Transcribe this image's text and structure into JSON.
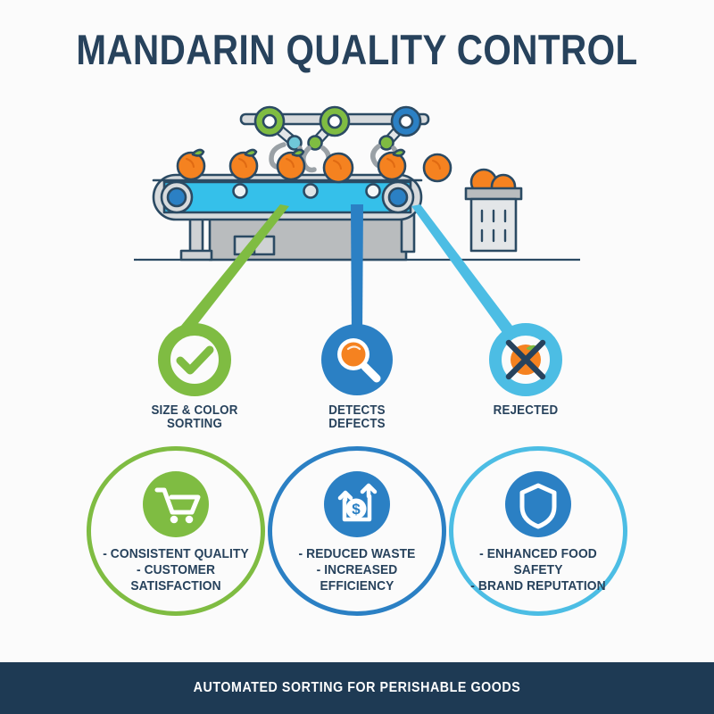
{
  "poster": {
    "title": "MANDARIN QUALITY CONTROL",
    "background_color": "#fbfbfb",
    "title_color": "#27425c"
  },
  "colors": {
    "navy": "#1e3a54",
    "text_navy": "#27425c",
    "green": "#7fbc42",
    "blue": "#2b80c4",
    "light_blue": "#4cbde4",
    "orange": "#f58220",
    "belt_cyan": "#35c0ea",
    "machine_gray": "#b9bcbe",
    "outline": "#2b4a63"
  },
  "illustration": {
    "name": "conveyor-sorting-line",
    "fruit_count": 7,
    "robot_arm_count": 3,
    "robot_arm_hub_colors": [
      "#7fbc42",
      "#7fbc42",
      "#2b80c4"
    ],
    "crate_label": "collection-crate",
    "belt_sensor_count": 3
  },
  "connectors": [
    {
      "name": "connector-green",
      "color": "#7fbc42"
    },
    {
      "name": "connector-blue",
      "color": "#2b80c4"
    },
    {
      "name": "connector-light-blue",
      "color": "#4cbde4"
    }
  ],
  "steps": [
    {
      "id": "size-color-sorting",
      "icon": "check-circle-icon",
      "label": "SIZE & COLOR\nSORTING",
      "color": "#7fbc42",
      "style": "ring"
    },
    {
      "id": "detects-defects",
      "icon": "magnifier-orange-icon",
      "label": "DETECTS\nDEFECTS",
      "color": "#2b80c4",
      "style": "solid"
    },
    {
      "id": "rejected",
      "icon": "rejected-cross-orange-icon",
      "label": "REJECTED",
      "color": "#4cbde4",
      "style": "ring"
    }
  ],
  "benefits": [
    {
      "id": "consistent-quality",
      "icon": "shopping-cart-icon",
      "text": "- CONSISTENT QUALITY\n- CUSTOMER\nSATISFACTION",
      "color": "#7fbc42"
    },
    {
      "id": "reduced-waste",
      "icon": "dollar-growth-icon",
      "text": "- REDUCED WASTE\n- INCREASED\nEFFICIENCY",
      "color": "#2b80c4"
    },
    {
      "id": "enhanced-food-safety",
      "icon": "shield-icon",
      "text": "- ENHANCED FOOD SAFETY\n- BRAND REPUTATION",
      "color": "#4cbde4"
    }
  ],
  "footer": {
    "text": "AUTOMATED SORTING FOR PERISHABLE GOODS",
    "background_color": "#1e3a54",
    "text_color": "#ffffff"
  }
}
